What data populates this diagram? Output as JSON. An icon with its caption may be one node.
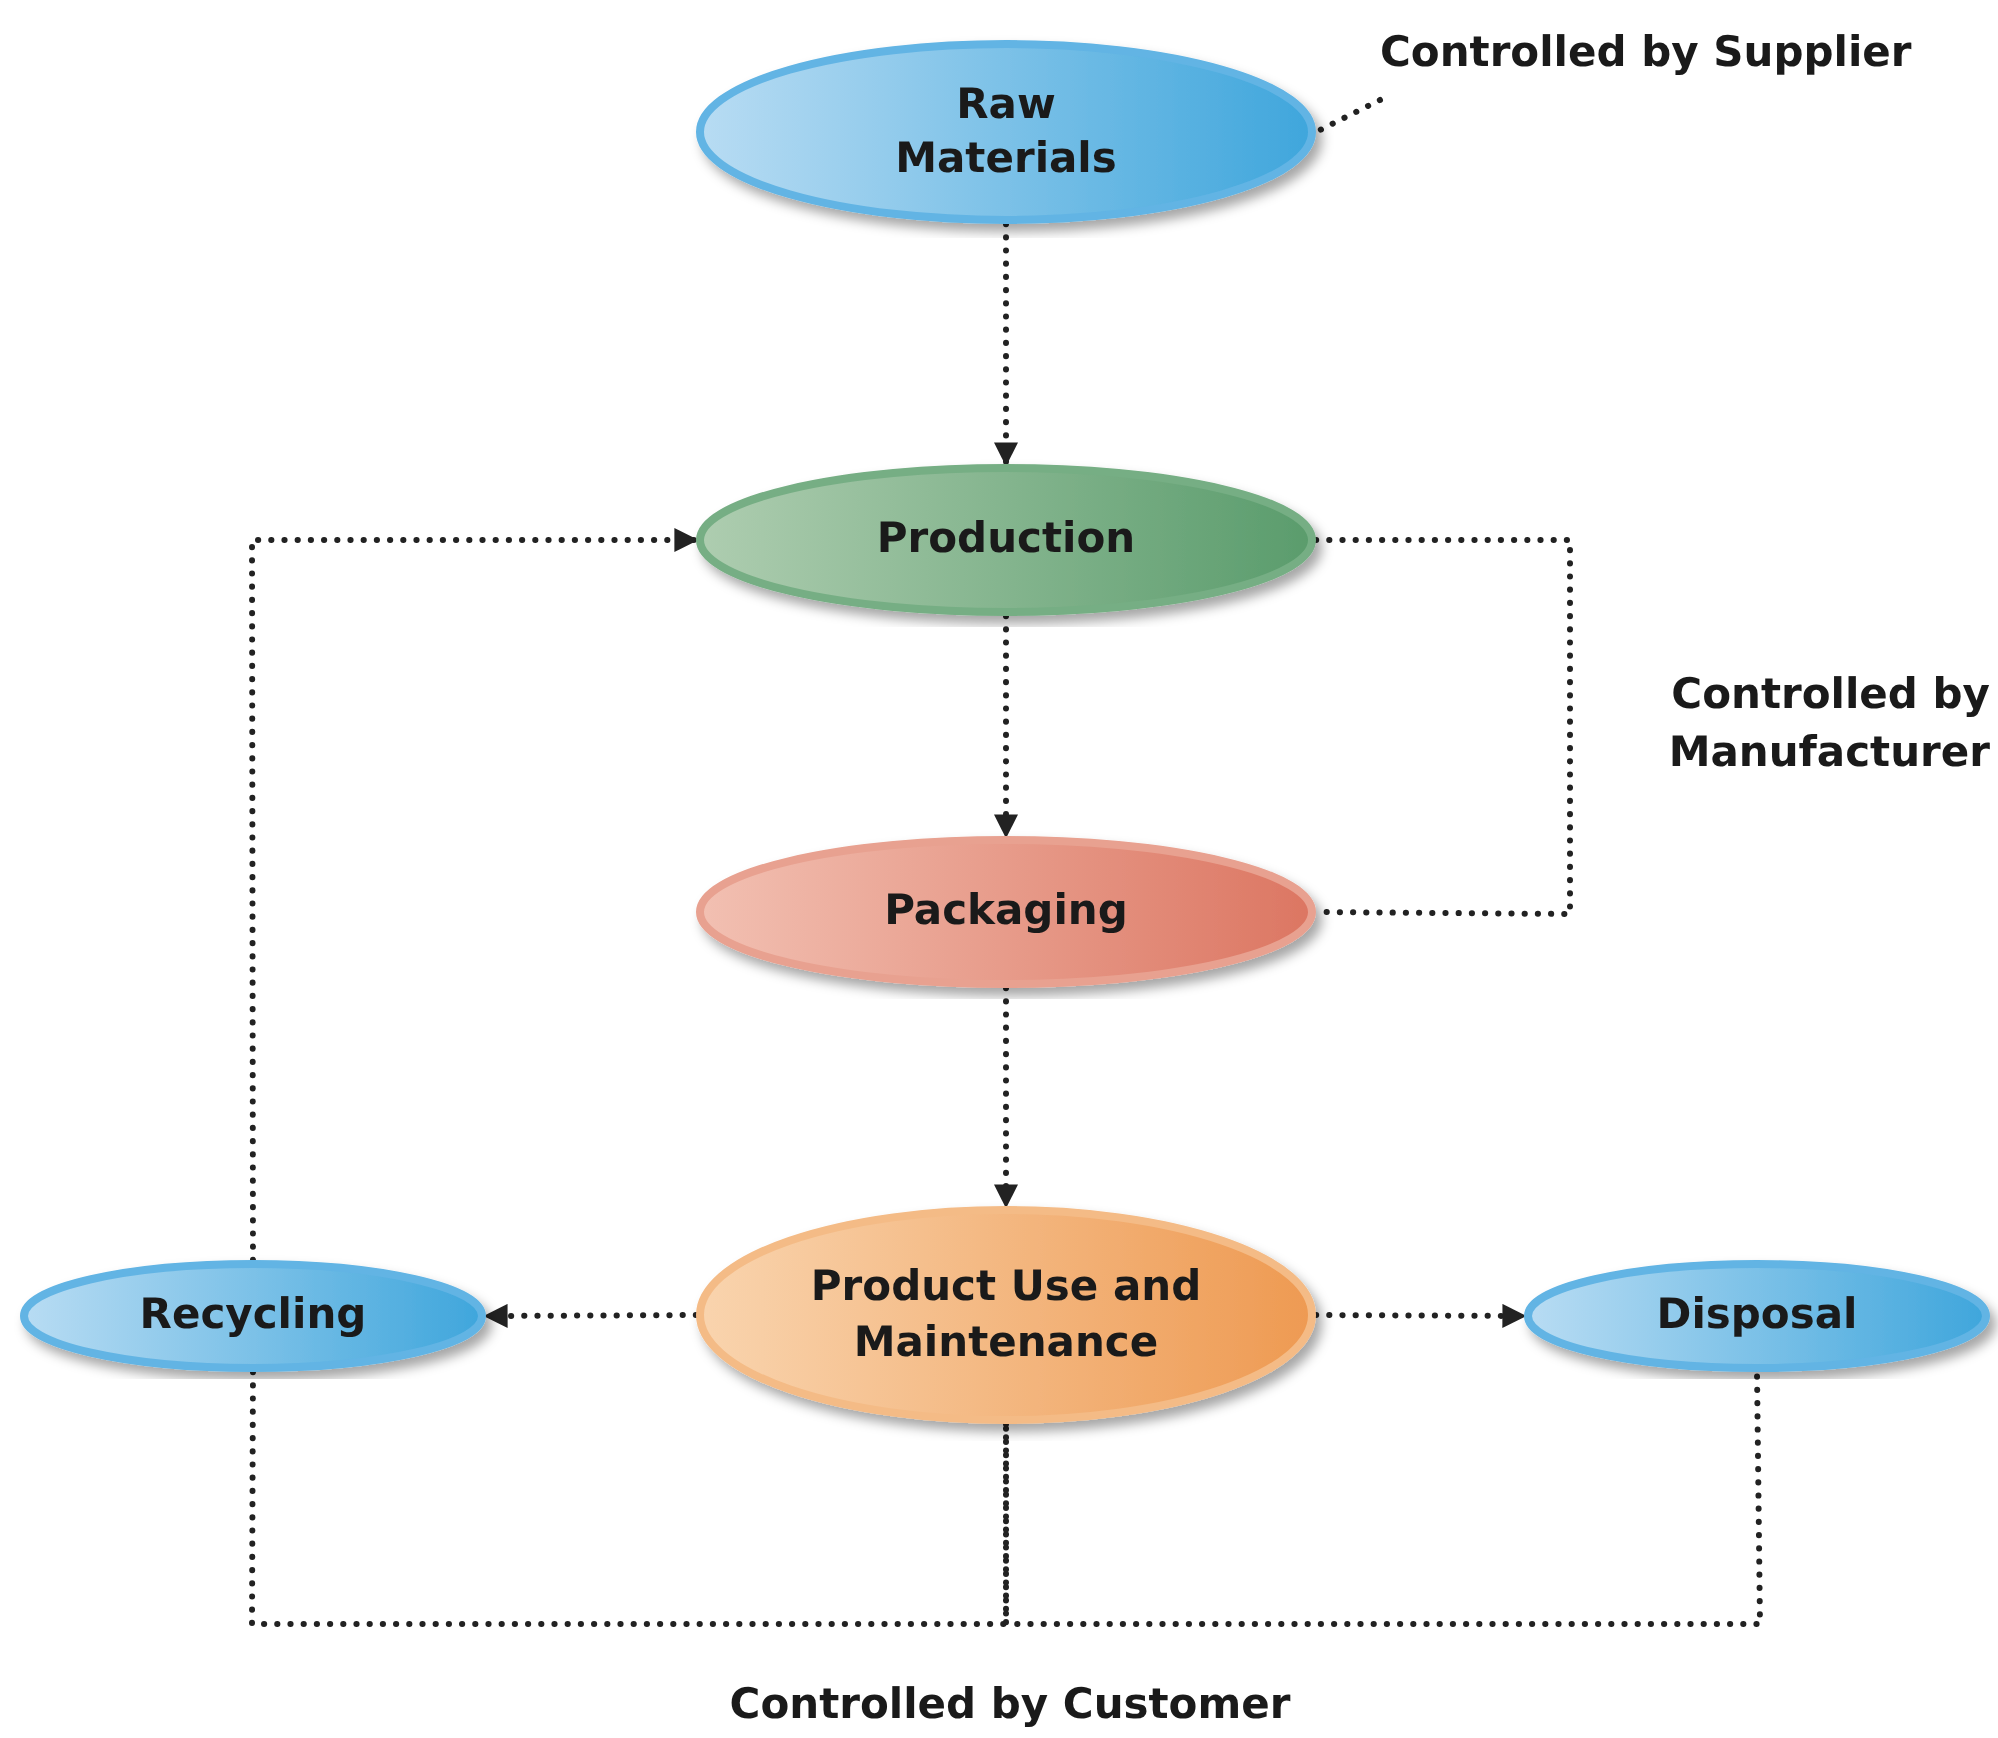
{
  "diagram": {
    "nodes": [
      {
        "text": [
          "Raw Materials"
        ]
      },
      {
        "text": [
          "Production"
        ]
      },
      {
        "text": [
          "Packaging"
        ]
      },
      {
        "text": [
          "Product Use and Maintenance"
        ]
      },
      {
        "text": [
          "Recycling"
        ]
      },
      {
        "text": [
          "Disposal"
        ]
      },
      {
        "text": [
          "Controlled by Supplier"
        ]
      }
    ],
    "edges": [
      {
        "from": 6,
        "to": 0,
        "arrow": "none",
        "style": "dashed"
      },
      {
        "from": 0,
        "to": 1,
        "arrow": "to",
        "style": "dashed"
      },
      {
        "from": 1,
        "to": 2,
        "arrow": "to",
        "style": "dashed"
      },
      {
        "from": 2,
        "to": 3,
        "arrow": "to",
        "style": "dashed"
      },
      {
        "from": 3,
        "to": 4,
        "arrow": "to",
        "style": "dashed"
      },
      {
        "from": 3,
        "to": 5,
        "arrow": "to",
        "style": "dashed"
      },
      {
        "from": 4,
        "to": 1,
        "arrow": "to",
        "style": "dashed"
      },
      {
        "from": 1,
        "to": 2,
        "arrow": "none",
        "style": "dashed"
      },
      {
        "from": 4,
        "to": 3,
        "arrow": "none",
        "style": "dashed"
      },
      {
        "from": 3,
        "to": 5,
        "arrow": "none",
        "style": "dashed"
      }
    ],
    "labels": [
      "Controlled by Manufacturer",
      "Controlled by Customer"
    ]
  }
}
